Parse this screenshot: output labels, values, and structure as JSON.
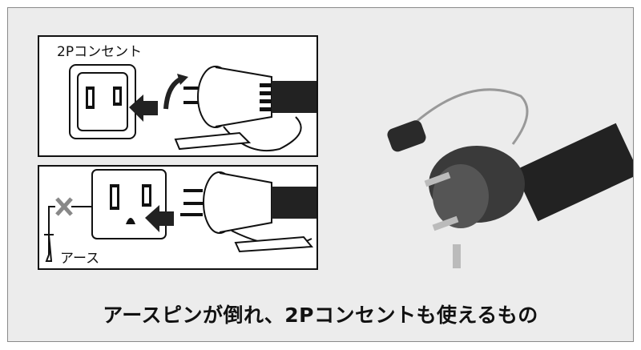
{
  "panel_top": {
    "label": "2Pコンセント"
  },
  "panel_bottom": {
    "label": "アース"
  },
  "caption": "アースピンが倒れ、2Pコンセントも使えるもの"
}
